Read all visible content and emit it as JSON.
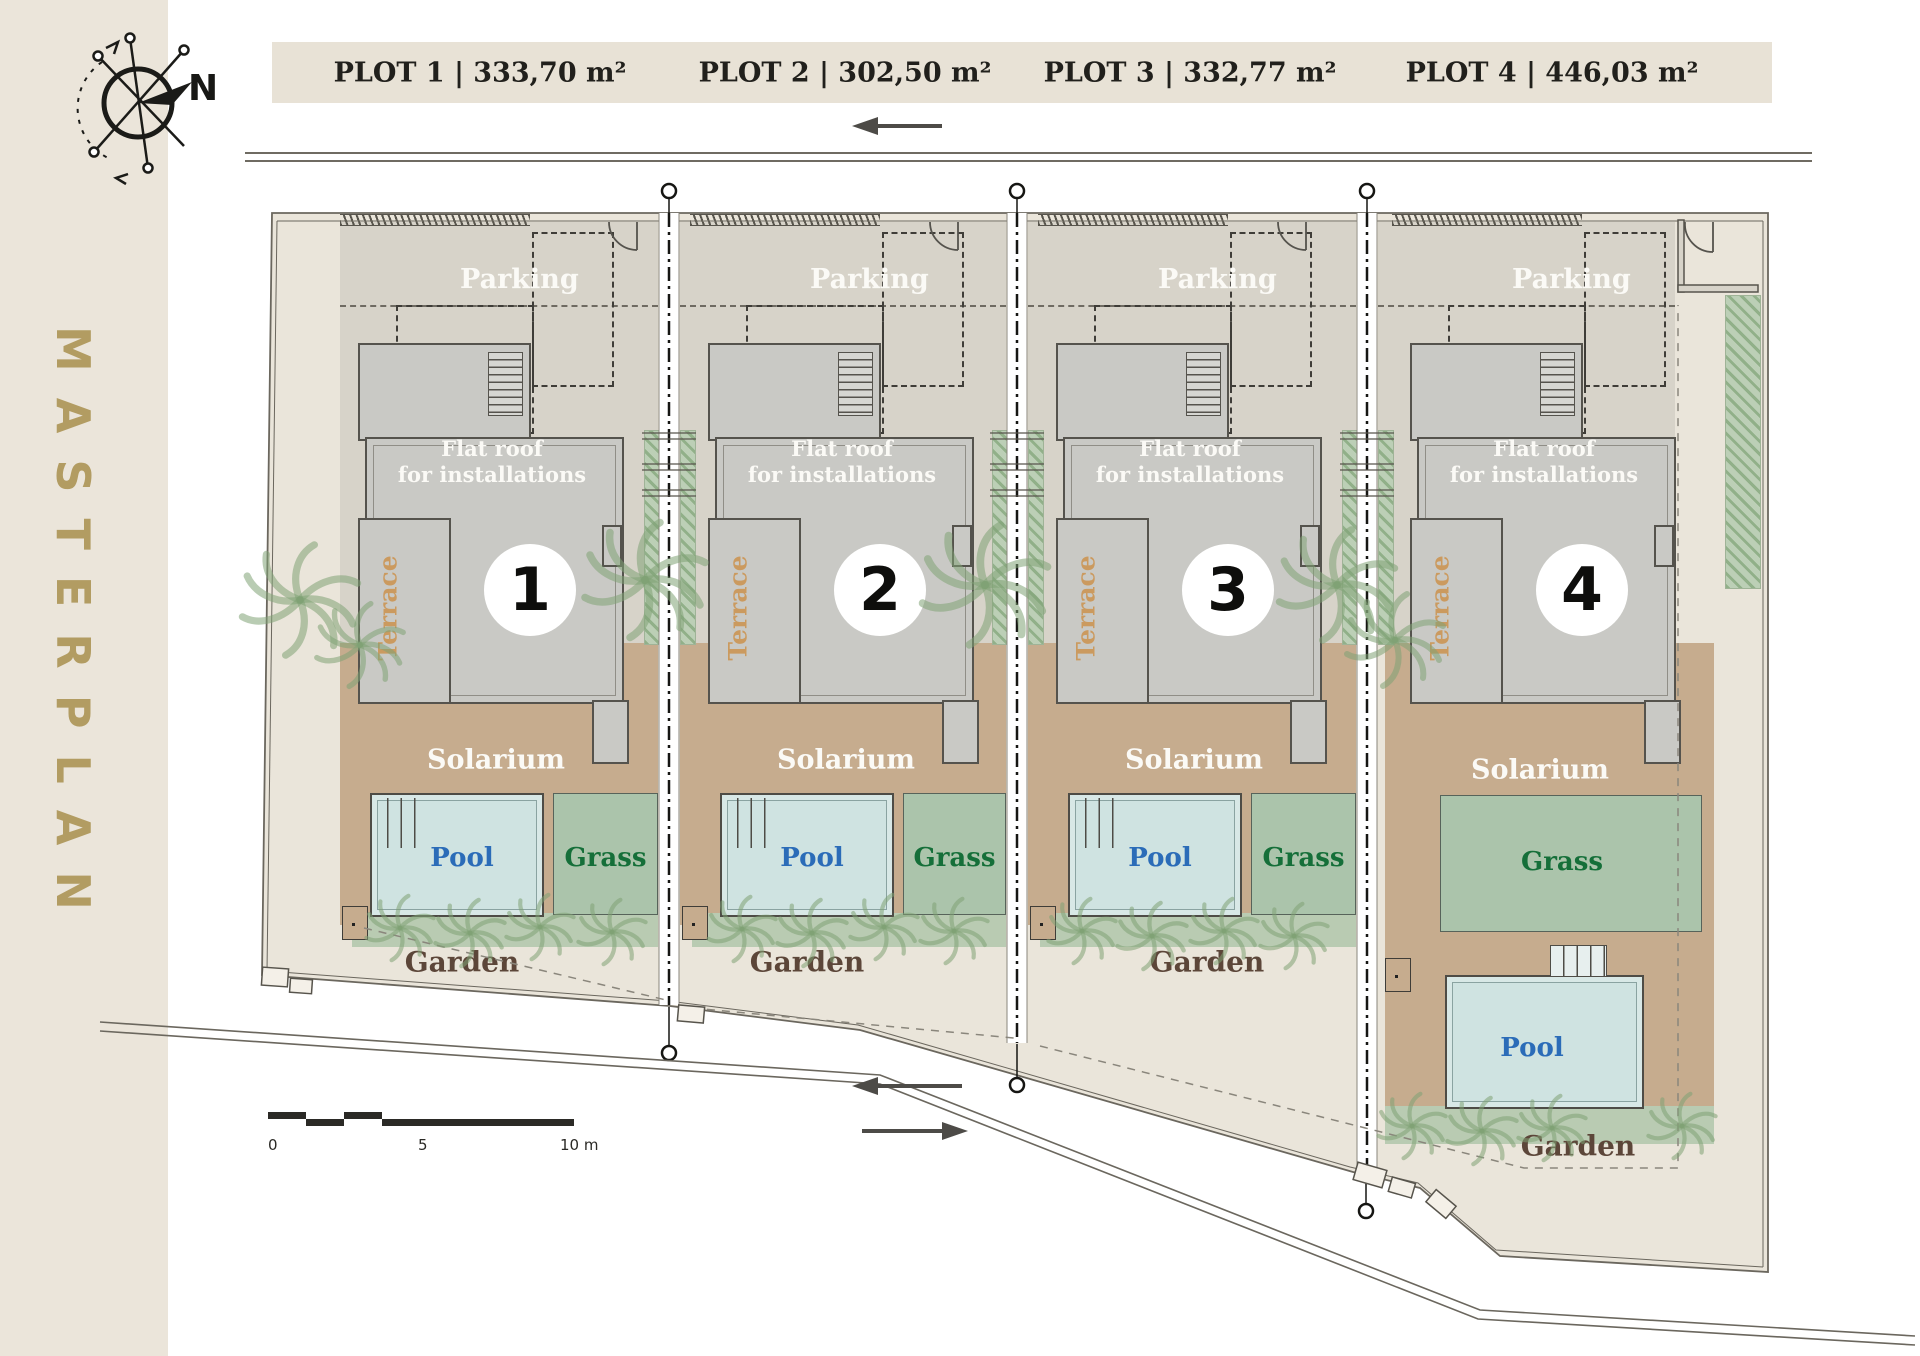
{
  "sidebar": {
    "title": "MASTERPLAN"
  },
  "compass": {
    "north_label": "N"
  },
  "header": {
    "plots": [
      {
        "label": "PLOT 1 | 333,70 m²"
      },
      {
        "label": "PLOT 2 | 302,50 m²"
      },
      {
        "label": "PLOT 3 | 332,77 m²"
      },
      {
        "label": "PLOT 4 | 446,03 m²"
      }
    ]
  },
  "plots": [
    {
      "number": "1",
      "parking": "Parking",
      "flat_roof_line1": "Flat roof",
      "flat_roof_line2": "for installations",
      "terrace": "Terrace",
      "solarium": "Solarium",
      "pool": "Pool",
      "grass": "Grass",
      "garden": "Garden"
    },
    {
      "number": "2",
      "parking": "Parking",
      "flat_roof_line1": "Flat roof",
      "flat_roof_line2": "for installations",
      "terrace": "Terrace",
      "solarium": "Solarium",
      "pool": "Pool",
      "grass": "Grass",
      "garden": "Garden"
    },
    {
      "number": "3",
      "parking": "Parking",
      "flat_roof_line1": "Flat roof",
      "flat_roof_line2": "for installations",
      "terrace": "Terrace",
      "solarium": "Solarium",
      "pool": "Pool",
      "grass": "Grass",
      "garden": "Garden"
    },
    {
      "number": "4",
      "parking": "Parking",
      "flat_roof_line1": "Flat roof",
      "flat_roof_line2": "for installations",
      "terrace": "Terrace",
      "solarium": "Solarium",
      "pool": "Pool",
      "grass": "Grass",
      "garden": "Garden"
    }
  ],
  "scale_bar": {
    "start": "0",
    "middle": "5",
    "end": "10 m"
  },
  "colors": {
    "sidebar_bg": "#ebe5da",
    "header_bg": "#e8e2d6",
    "plot_bg": "#eae5da",
    "parking_gray": "#d7d3c9",
    "house_gray": "#c9c9c5",
    "solarium_tan": "#c6ac8e",
    "pool_fill": "#d8e8e6",
    "grass_fill": "#abc4ab",
    "garden_band": "#b9cbb2",
    "pool_text": "#2b6cb8",
    "grass_text": "#156f39",
    "garden_text": "#5c4639",
    "terrace_text": "#cb9a5f",
    "masterplan_text": "#b29c62"
  }
}
